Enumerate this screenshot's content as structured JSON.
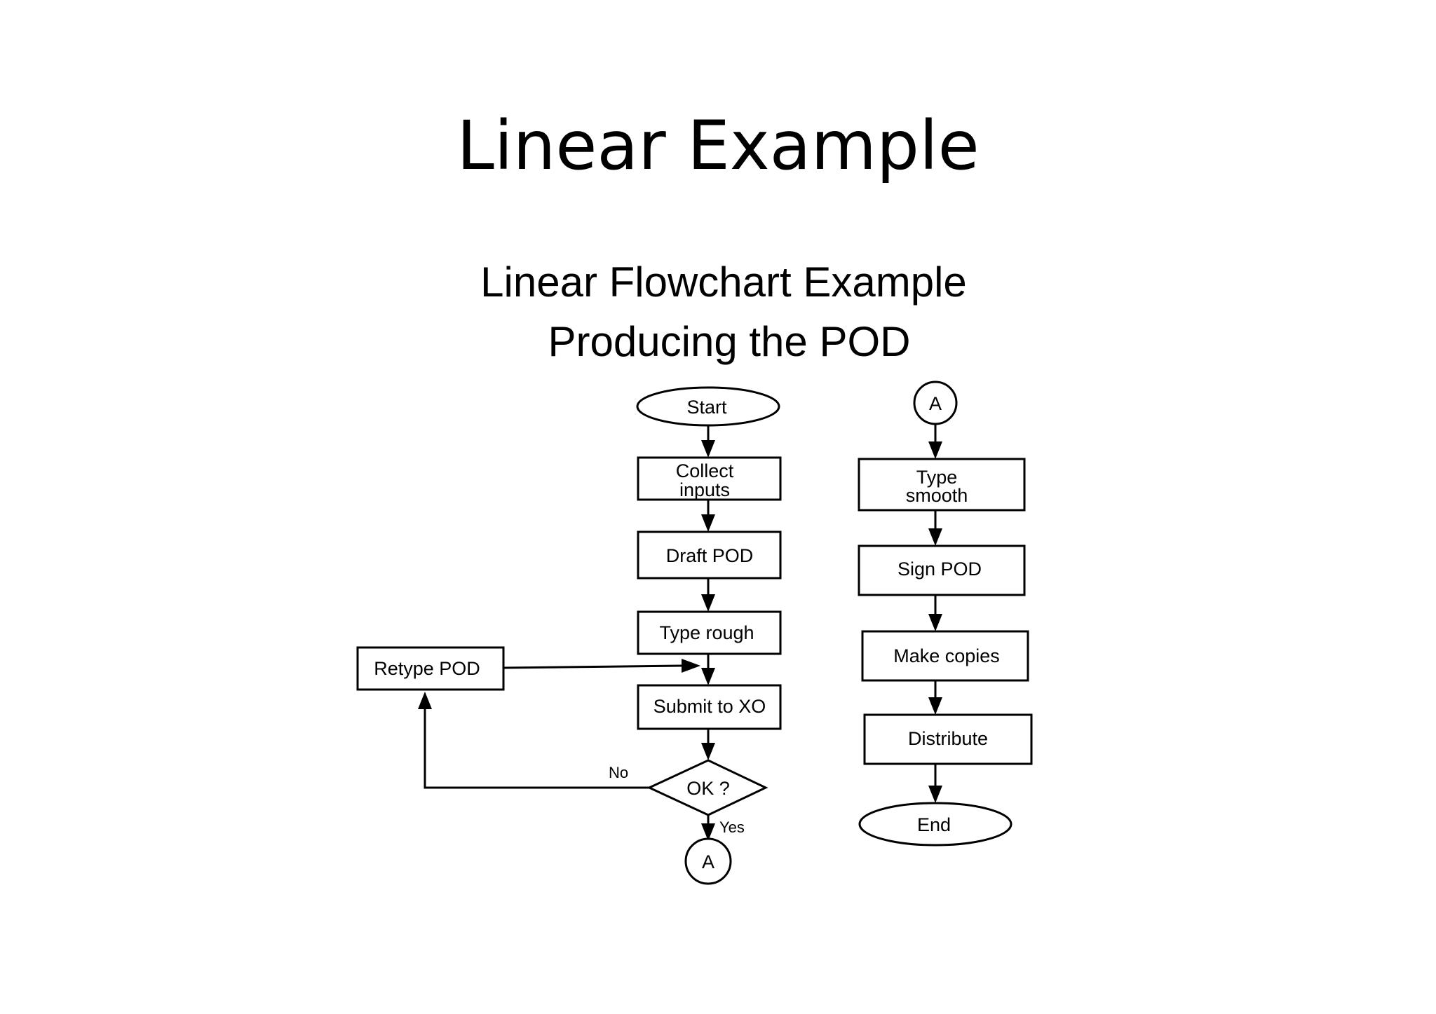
{
  "slide": {
    "title": "Linear Example"
  },
  "figure": {
    "title_line1": "Linear Flowchart Example",
    "title_line2": "Producing the POD"
  },
  "nodes": {
    "start": "Start",
    "collect_line1": "Collect",
    "collect_line2": "inputs",
    "draft": "Draft POD",
    "type_rough": "Type rough",
    "submit": "Submit to XO",
    "ok": "OK ?",
    "retype": "Retype POD",
    "connector_out": "A",
    "connector_in": "A",
    "type_smooth_line1": "Type",
    "type_smooth_line2": "smooth",
    "sign": "Sign POD",
    "copies": "Make copies",
    "distribute": "Distribute",
    "end": "End"
  },
  "edge_labels": {
    "no": "No",
    "yes": "Yes"
  }
}
